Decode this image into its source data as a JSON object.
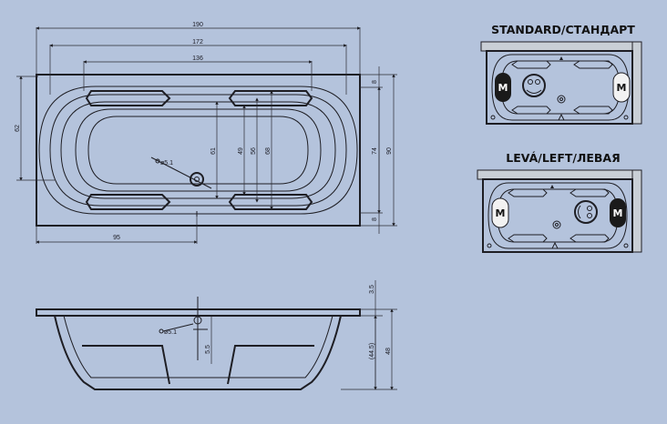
{
  "top_view": {
    "dims": {
      "overall_length": "190",
      "inner_length": "172",
      "handle_span": "136",
      "left_height": "62",
      "offset": "95",
      "d8_top": "8",
      "d8_bottom": "8",
      "height_74": "74",
      "height_90": "90",
      "d61": "61",
      "d49": "49",
      "d56": "56",
      "d68": "68"
    },
    "drain_label": "ø5.1"
  },
  "side_view": {
    "dims": {
      "d3_5": "3.5",
      "d5_5": "5.5",
      "d44_5": "(44.5)",
      "d48": "48"
    },
    "drain_label": "ø5.1"
  },
  "variants": [
    {
      "title": "STANDARD/СТАНДАРТ",
      "left_badge": "M",
      "right_badge": "M"
    },
    {
      "title": "LEVÁ/LEFT/ЛЕВАЯ",
      "left_badge": "M",
      "right_badge": "M"
    }
  ],
  "colors": {
    "background": "#b4c3dc",
    "line": "#1e1e24",
    "badge_dark": "#1a1a1a"
  }
}
